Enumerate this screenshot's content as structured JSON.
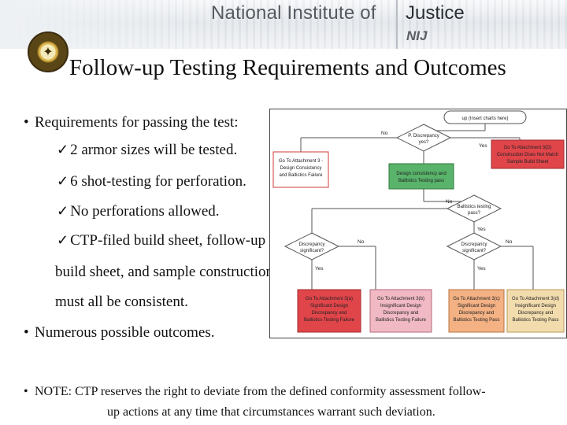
{
  "header": {
    "org_name": "National Institute of",
    "org_name_bold": "Justice",
    "abbreviation": "NIJ"
  },
  "seal": {
    "icon": "doj-seal-icon"
  },
  "slide": {
    "title": "Follow-up Testing Requirements and Outcomes",
    "bullet1": "Requirements for passing the test:",
    "check_items": [
      "2 armor sizes will be tested.",
      "6 shot-testing for perforation.",
      "No perforations allowed.",
      "CTP-filed build sheet, follow-up"
    ],
    "check_item_continuation": [
      "build sheet, and sample construction",
      "must all be consistent."
    ],
    "bullet2": "Numerous possible outcomes.",
    "note_line1": "NOTE:  CTP reserves the right to deviate from the defined conformity assessment follow-",
    "note_line2": "up actions at any time that circumstances warrant such deviation."
  },
  "flowchart": {
    "start": "up (Insert charts here)",
    "d1": [
      "P. Discrepancy",
      "yes?"
    ],
    "no_label": "No",
    "yes_label": "Yes",
    "left_box": [
      "Go To Attachment 3 -",
      "Design Consistency",
      "and Ballistics Failure"
    ],
    "green_box": [
      "Design consistency and",
      "Ballistics Testing pass"
    ],
    "red_box_top": [
      "Go To Attachment 3(D)",
      "Construction Does Not Match",
      "Sample Build Sheet"
    ],
    "d2": [
      "Ballistics testing",
      "pass?"
    ],
    "d3": [
      "Discrepancy",
      "significant?"
    ],
    "d4": [
      "Discrepancy",
      "significant?"
    ],
    "bottom_boxes": [
      [
        "Go To Attachment 3(a)",
        "Significant Design",
        "Discrepancy and",
        "Ballistics Testing Failure"
      ],
      [
        "Go To Attachment 3(b)",
        "Insignificant Design",
        "Discrepancy and",
        "Ballistics Testing Failure"
      ],
      [
        "Go To Attachment 3(c)",
        "Significant Design",
        "Discrepancy and",
        "Ballistics Testing Pass"
      ],
      [
        "Go To Attachment 3(d)",
        "Insignificant Design",
        "Discrepancy and",
        "Ballistics Testing Pass"
      ]
    ],
    "colors": {
      "red": "#e0454a",
      "green": "#59b36a",
      "pink": "#f0b9c4",
      "orange": "#f3b184",
      "tan": "#f2dcae"
    }
  }
}
